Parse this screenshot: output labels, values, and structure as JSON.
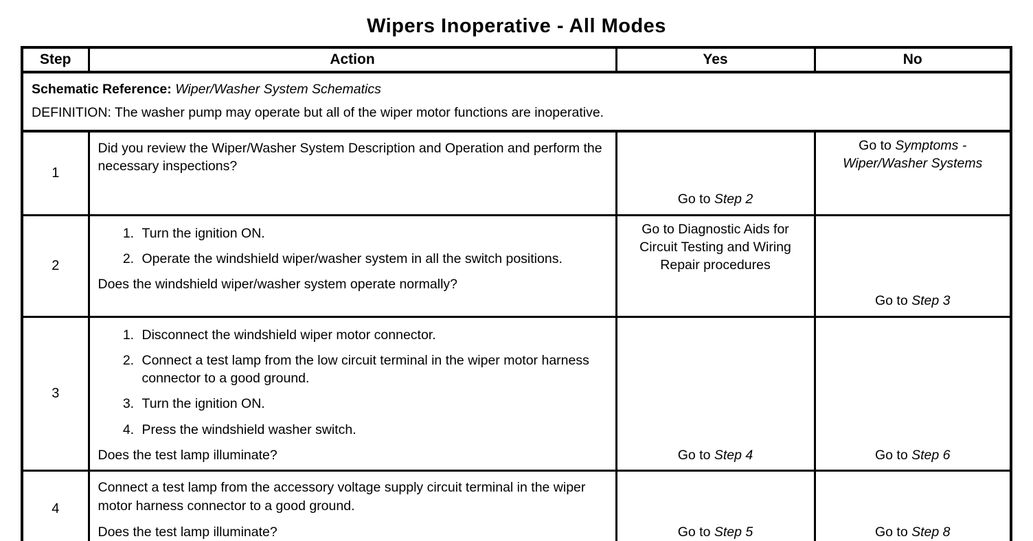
{
  "title": "Wipers Inoperative - All Modes",
  "table": {
    "headers": {
      "step": "Step",
      "action": "Action",
      "yes": "Yes",
      "no": "No"
    },
    "schematic": {
      "label": "Schematic Reference:",
      "value": "Wiper/Washer System Schematics"
    },
    "definition": "DEFINITION: The washer pump may operate but all of the wiper motor functions are inoperative.",
    "rows": [
      {
        "step": "1",
        "intro": "Did you review the Wiper/Washer System Description and Operation and perform the necessary inspections?",
        "yes": {
          "prefix": "Go to ",
          "target": "Step 2"
        },
        "no": {
          "prefix": "Go to ",
          "target": "Symptoms - Wiper/Washer Systems"
        }
      },
      {
        "step": "2",
        "items": [
          "Turn the ignition ON.",
          "Operate the windshield wiper/washer system in all the switch positions."
        ],
        "question": "Does the windshield wiper/washer system operate normally?",
        "yes": {
          "text": "Go to Diagnostic Aids for Circuit Testing and Wiring Repair procedures"
        },
        "no": {
          "prefix": "Go to ",
          "target": "Step 3"
        }
      },
      {
        "step": "3",
        "items": [
          "Disconnect the windshield wiper motor connector.",
          "Connect a test lamp from the low circuit terminal in the wiper motor harness connector to a good ground.",
          "Turn the ignition ON.",
          "Press the windshield washer switch."
        ],
        "question": "Does the test lamp illuminate?",
        "yes": {
          "prefix": "Go to ",
          "target": "Step 4"
        },
        "no": {
          "prefix": "Go to ",
          "target": "Step 6"
        }
      },
      {
        "step": "4",
        "intro": "Connect a test lamp from the accessory voltage supply circuit terminal in the wiper motor harness connector to a good ground.",
        "question": "Does the test lamp illuminate?",
        "yes": {
          "prefix": "Go to ",
          "target": "Step 5"
        },
        "no": {
          "prefix": "Go to ",
          "target": "Step 8"
        }
      }
    ]
  }
}
